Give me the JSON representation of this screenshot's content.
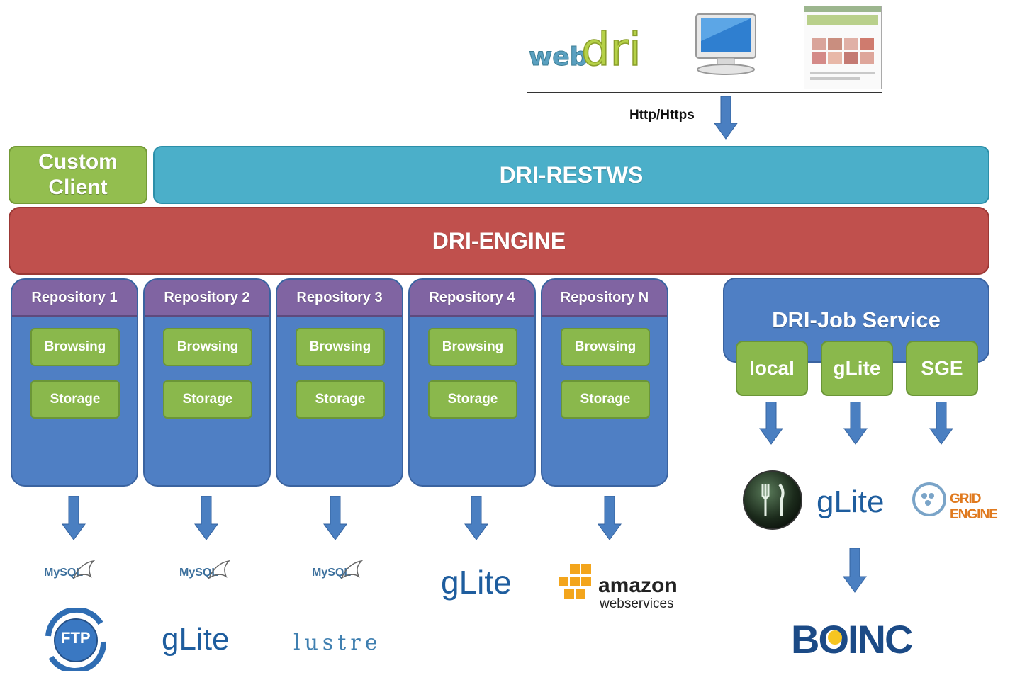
{
  "header": {
    "webdri_logo": "webdri",
    "http_label": "Http/Https"
  },
  "top_layers": {
    "custom_client": "Custom Client",
    "restws": "DRI-RESTWS",
    "engine": "DRI-ENGINE"
  },
  "repositories": [
    {
      "name": "Repository 1",
      "browsing": "Browsing",
      "storage": "Storage"
    },
    {
      "name": "Repository 2",
      "browsing": "Browsing",
      "storage": "Storage"
    },
    {
      "name": "Repository 3",
      "browsing": "Browsing",
      "storage": "Storage"
    },
    {
      "name": "Repository 4",
      "browsing": "Browsing",
      "storage": "Storage"
    },
    {
      "name": "Repository N",
      "browsing": "Browsing",
      "storage": "Storage"
    }
  ],
  "job_service": {
    "title": "DRI-Job Service",
    "backends": [
      "local",
      "gLite",
      "SGE"
    ]
  },
  "bottom_logos": {
    "mysql": "MySQL",
    "ftp": "FTP",
    "glite": "gLite",
    "lustre": "lustre",
    "amazon": "amazon",
    "amazon_sub": "webservices",
    "grid_engine": "GRID ENGINE",
    "boinc": "BOINC"
  },
  "colors": {
    "restws": "#4bafc9",
    "engine": "#c0504d",
    "client": "#93be4f",
    "repo": "#4f7fc4",
    "repo_head": "#8064a2",
    "pill": "#8ab84c",
    "arrow": "#4a7fc1"
  }
}
